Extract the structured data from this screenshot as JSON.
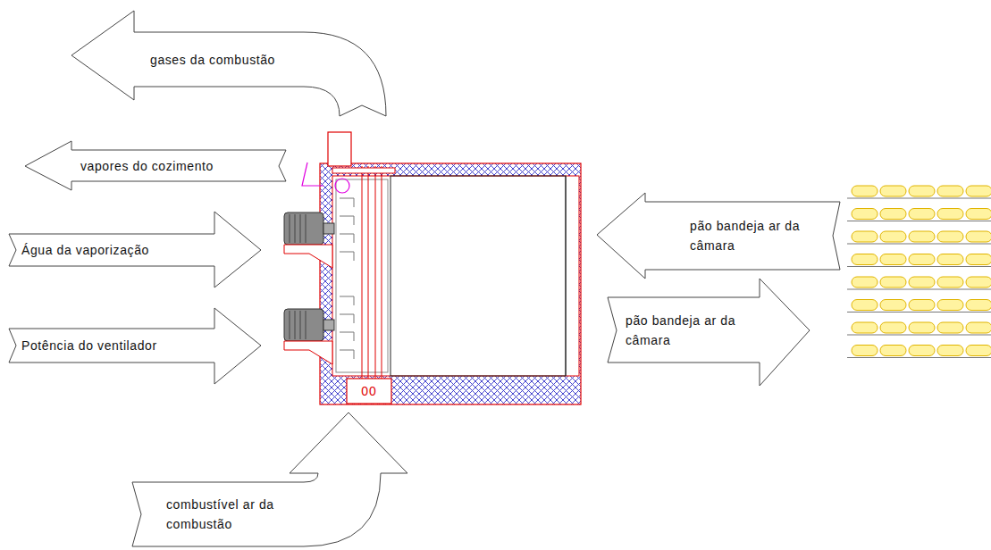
{
  "diagram": {
    "nodes": [
      {
        "text": [
          "gases da combustão"
        ]
      },
      {
        "text": [
          "vapores do cozimento"
        ]
      },
      {
        "text": [
          "Água da vaporização"
        ]
      },
      {
        "text": [
          "pão bandeja ar da câmara"
        ]
      },
      {
        "text": [
          "Potência do ventilador"
        ]
      },
      {
        "text": [
          "pão bandeja ar da câmara"
        ]
      },
      {
        "text": [
          "combustível ar da combustão"
        ]
      }
    ],
    "labels": [
      "00"
    ]
  }
}
